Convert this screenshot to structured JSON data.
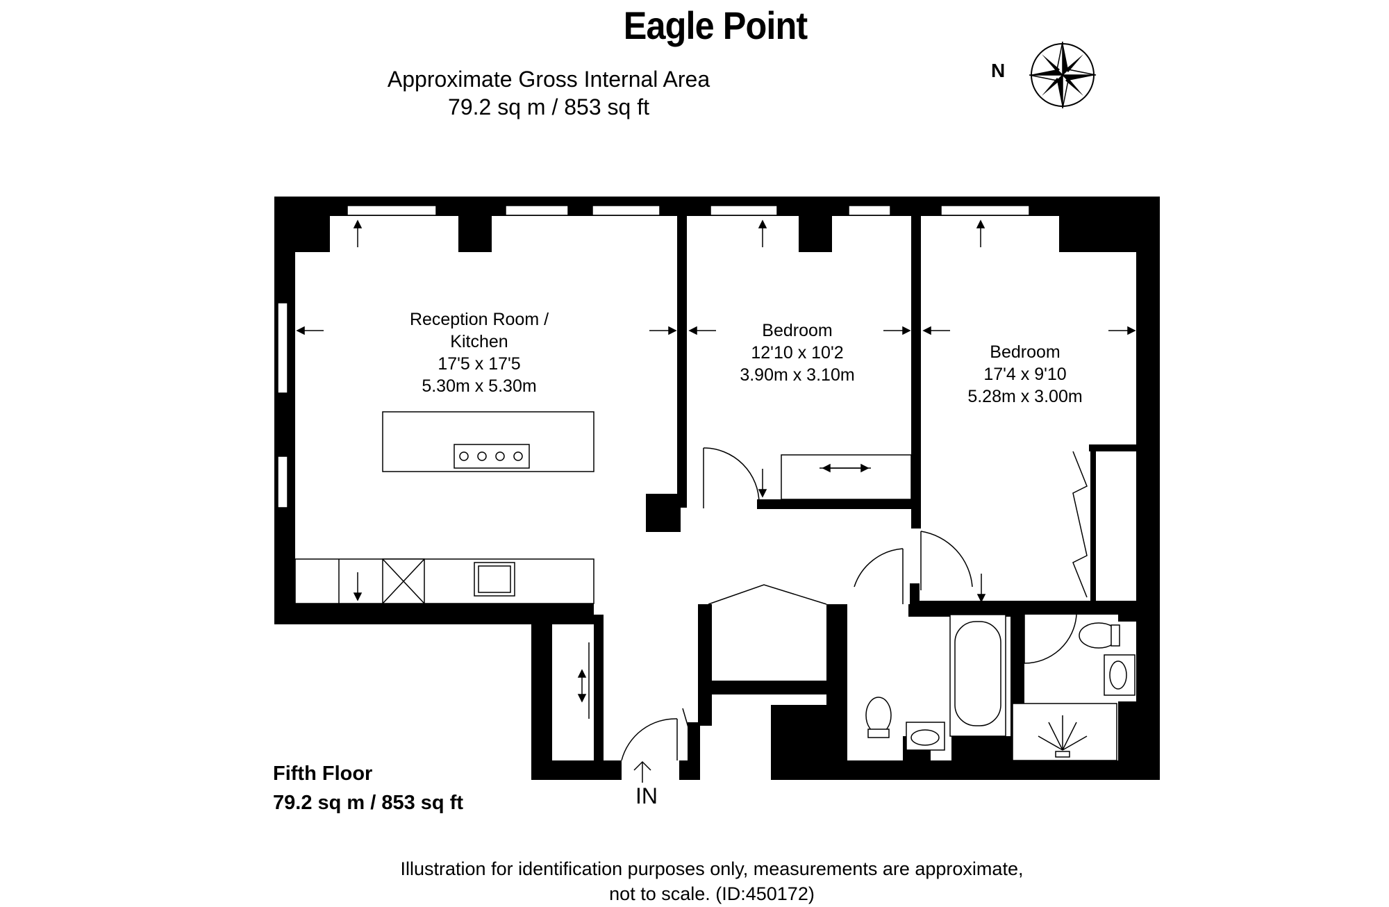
{
  "header": {
    "title": "Eagle Point",
    "area_heading": "Approximate Gross Internal Area",
    "area_value": "79.2 sq m / 853 sq ft"
  },
  "compass": {
    "label": "N",
    "icon": "compass-rose-icon"
  },
  "rooms": {
    "reception": {
      "name_line1": "Reception Room  /",
      "name_line2": "Kitchen",
      "imperial": "17'5 x 17'5",
      "metric": "5.30m x 5.30m"
    },
    "bedroom1": {
      "name": "Bedroom",
      "imperial": "12'10 x 10'2",
      "metric": "3.90m x 3.10m"
    },
    "bedroom2": {
      "name": "Bedroom",
      "imperial": "17'4 x 9'10",
      "metric": "5.28m x 3.00m"
    }
  },
  "entrance": {
    "label": "IN"
  },
  "floor": {
    "name": "Fifth Floor",
    "area": "79.2 sq m / 853 sq ft"
  },
  "footer": {
    "line1": "Illustration for identification purposes only, measurements are approximate,",
    "line2": "not to scale. (ID:450172)"
  },
  "colors": {
    "wall": "#000000",
    "background": "#ffffff",
    "fixture_line": "#000000"
  }
}
